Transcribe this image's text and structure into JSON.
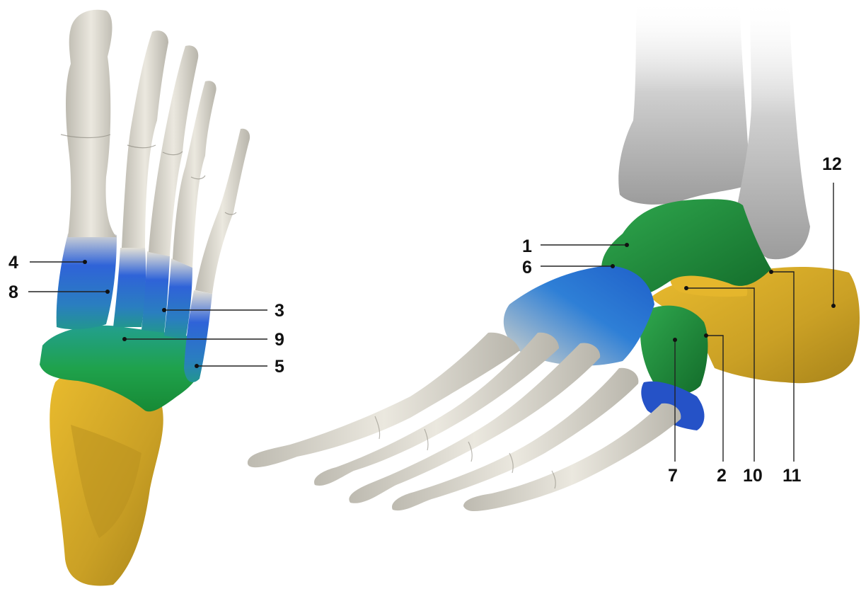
{
  "labels": {
    "l1": "1",
    "l2": "2",
    "l3": "3",
    "l4": "4",
    "l5": "5",
    "l6": "6",
    "l7": "7",
    "l8": "8",
    "l9": "9",
    "l10": "10",
    "l11": "11",
    "l12": "12"
  },
  "colors": {
    "bone": "#d9d6ca",
    "bone_shadow": "#b9b6aa",
    "blue": "#2b5fd0",
    "blue_dark": "#1a3fa8",
    "teal": "#1f8f8a",
    "green": "#1f9a3a",
    "green_dark": "#14732b",
    "yellow": "#e0b22a",
    "yellow_dark": "#a98418",
    "gray": "#9a9a9a",
    "label": "#111111"
  }
}
